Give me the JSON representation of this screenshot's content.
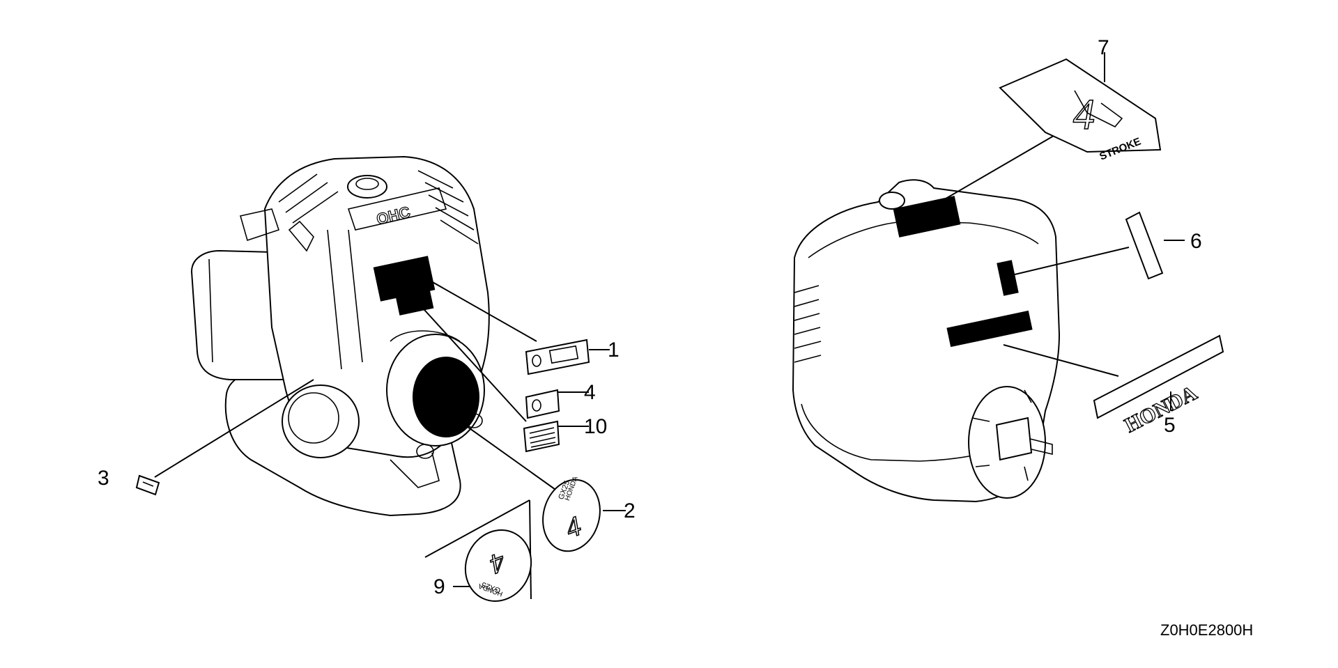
{
  "figure_code": "Z0H0E2800H",
  "callouts": [
    {
      "id": "1",
      "text": "1"
    },
    {
      "id": "2",
      "text": "2"
    },
    {
      "id": "3",
      "text": "3"
    },
    {
      "id": "4",
      "text": "4"
    },
    {
      "id": "5",
      "text": "5"
    },
    {
      "id": "6",
      "text": "6"
    },
    {
      "id": "7",
      "text": "7"
    },
    {
      "id": "9",
      "text": "9"
    },
    {
      "id": "10",
      "text": "10"
    }
  ],
  "decal_text": {
    "ohc": "OHC",
    "honda": "HONDA",
    "stroke": "STROKE",
    "four": "4",
    "model": "GX25"
  }
}
